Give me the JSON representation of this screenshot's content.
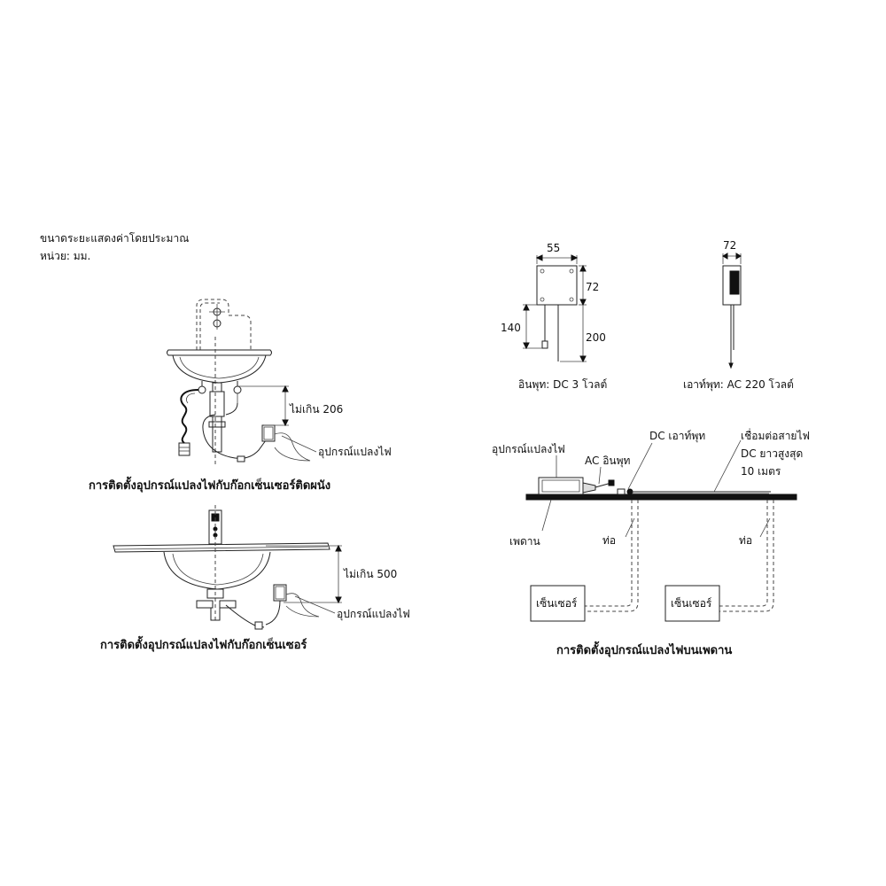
{
  "header": {
    "note_line1": "ขนาดระยะแสดงค่าโดยประมาณ",
    "note_line2": "หน่วย: มม."
  },
  "wall_install": {
    "dim_label": "ไม่เกิน 206",
    "adapter_label": "อุปกรณ์แปลงไฟ",
    "caption": "การติดตั้งอุปกรณ์แปลงไฟกับก๊อกเซ็นเซอร์ติดผนัง"
  },
  "counter_install": {
    "dim_label": "ไม่เกิน 500",
    "adapter_label": "อุปกรณ์แปลงไฟ",
    "caption": "การติดตั้งอุปกรณ์แปลงไฟกับก๊อกเซ็นเซอร์"
  },
  "adapter_front": {
    "dim_width": "55",
    "dim_height": "72",
    "dim_left": "140",
    "dim_right": "200",
    "caption": "อินพุท: DC 3 โวลต์"
  },
  "adapter_side": {
    "dim_width": "72",
    "caption": "เอาท์พุท: AC 220 โวลต์"
  },
  "ceiling_install": {
    "adapter_label": "อุปกรณ์แปลงไฟ",
    "ac_input_label": "AC อินพุท",
    "dc_output_label": "DC เอาท์พุท",
    "cable_line1": "เชื่อมต่อสายไฟ",
    "cable_line2": "DC ยาวสูงสุด",
    "cable_line3": "10 เมตร",
    "ceiling_label": "เพดาน",
    "pipe_label_1": "ท่อ",
    "pipe_label_2": "ท่อ",
    "sensor_label_1": "เซ็นเซอร์",
    "sensor_label_2": "เซ็นเซอร์",
    "caption": "การติดตั้งอุปกรณ์แปลงไฟบนเพดาน"
  }
}
